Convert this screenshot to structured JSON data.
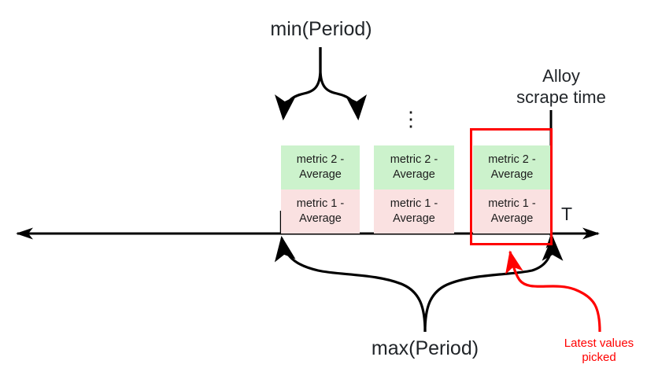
{
  "diagram": {
    "title_labels": {
      "min_period": "min(Period)",
      "max_period": "max(Period)",
      "alloy_scrape_time": "Alloy\nscrape time",
      "axis_label": "T",
      "latest_values": "Latest values\npicked",
      "ellipsis": "⋮"
    },
    "colors": {
      "metric_2_fill": "#ccf2cc",
      "metric_1_fill": "#fae1e1",
      "highlight_stroke": "#ff0000",
      "annotation_text": "#ff0000",
      "line": "#000000",
      "text": "#212529"
    },
    "samples": [
      {
        "id": "sample-1",
        "metric_2_label": "metric 2 -\nAverage",
        "metric_1_label": "metric 1 -\nAverage",
        "highlighted": "false"
      },
      {
        "id": "sample-2",
        "metric_2_label": "metric 2 -\nAverage",
        "metric_1_label": "metric 1 -\nAverage",
        "highlighted": "false"
      },
      {
        "id": "sample-3",
        "metric_2_label": "metric 2 -\nAverage",
        "metric_1_label": "metric 1 -\nAverage",
        "highlighted": "true"
      }
    ]
  }
}
